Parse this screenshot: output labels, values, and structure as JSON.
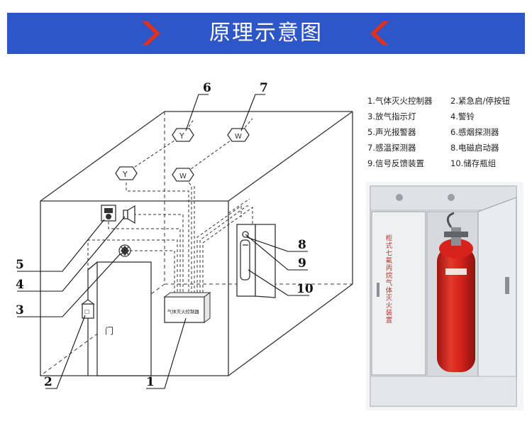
{
  "title": "原理示意图",
  "colors": {
    "banner": "#2d56c8",
    "chevron": "#e0301e",
    "cylinder": "#d8231c"
  },
  "legend": [
    "1.气体灭火控制器",
    "2.紧急启/停按钮",
    "3.放气指示灯",
    "4.警铃",
    "5.声光报警器",
    "6.感烟探测器",
    "7.感温探测器",
    "8.电磁启动器",
    "9.信号反馈装置",
    "10.储存瓶组"
  ],
  "callouts": [
    "1",
    "2",
    "3",
    "4",
    "5",
    "6",
    "7",
    "8",
    "9",
    "10"
  ],
  "controller_label": "气体灭火控制器",
  "door_label": "门",
  "detector_symbols": {
    "smoke": "Y",
    "heat": "W"
  },
  "cabinet_text": "柜式七氟丙烷气体灭火装置"
}
